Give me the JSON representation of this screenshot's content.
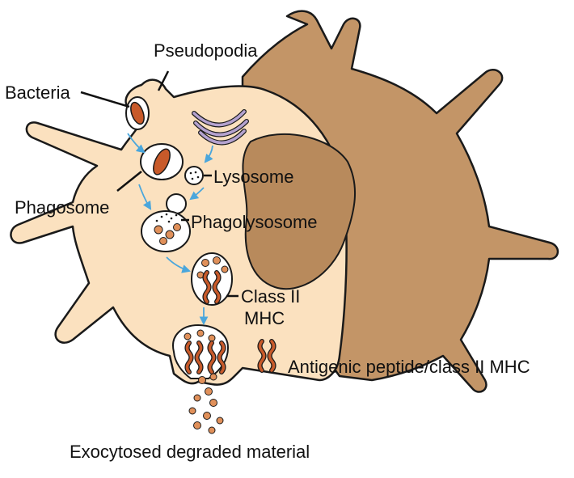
{
  "diagram": {
    "labels": {
      "pseudopodia": "Pseudopodia",
      "bacteria": "Bacteria",
      "lysosome": "Lysosome",
      "phagosome": "Phagosome",
      "phagolysosome": "Phagolysosome",
      "class_ii": "Class II",
      "mhc": "MHC",
      "antigenic_peptide": "Antigenic peptide/class II MHC",
      "exocytosed": "Exocytosed degraded material"
    },
    "colors": {
      "cytoplasm": "#fbe1bf",
      "cell_body": "#c39567",
      "nucleus": "#b88a5c",
      "bacteria": "#c85a2a",
      "golgi": "#b4a2cf",
      "arrow": "#4aa6dc",
      "outline": "#1a1a1a"
    },
    "icons": [
      "bacteria-icon",
      "golgi-apparatus-icon",
      "nucleus-icon",
      "mhc-molecule-icon"
    ]
  }
}
